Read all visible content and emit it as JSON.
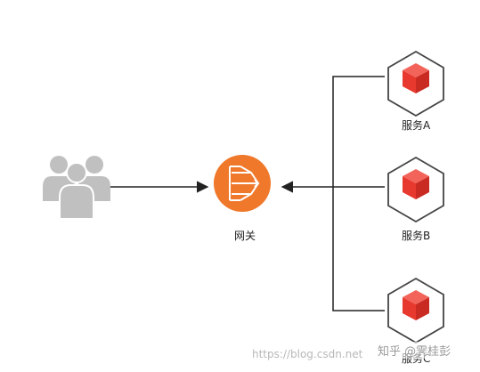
{
  "nodes": {
    "users": {
      "icon": "users-group-icon"
    },
    "gateway": {
      "label": "网关",
      "icon": "gateway-icon",
      "color": "#f0782a"
    },
    "service_a": {
      "label": "服务A",
      "icon": "cube-icon",
      "color": "#e8392e"
    },
    "service_b": {
      "label": "服务B",
      "icon": "cube-icon",
      "color": "#e8392e"
    },
    "service_c": {
      "label": "服务C",
      "icon": "cube-icon",
      "color": "#e8392e"
    }
  },
  "edges": [
    {
      "from": "users",
      "to": "gateway"
    },
    {
      "from": "service_a",
      "to": "gateway"
    },
    {
      "from": "service_b",
      "to": "gateway"
    },
    {
      "from": "service_c",
      "to": "gateway"
    }
  ],
  "watermark": {
    "url": "https://blog.csdn.net",
    "zhihu": "知乎 @霁桂彭"
  },
  "colors": {
    "line": "#222222",
    "user": "#c0c0c0",
    "hex_stroke": "#444444"
  }
}
